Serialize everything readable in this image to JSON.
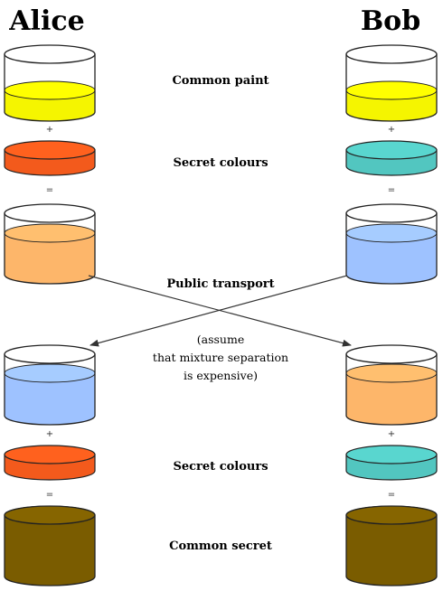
{
  "parties": {
    "left": "Alice",
    "right": "Bob"
  },
  "labels": {
    "common_paint": "Common paint",
    "secret_colours_1": "Secret colours",
    "public_transport": "Public transport",
    "secret_colours_2": "Secret colours",
    "common_secret": "Common secret"
  },
  "note": {
    "line1": "(assume",
    "line2": "that mixture separation",
    "line3": "is expensive)"
  },
  "operators": {
    "plus": "+",
    "equals": "="
  },
  "colors": {
    "common_paint": "#f5f500",
    "alice_secret": "#f35a1c",
    "bob_secret": "#52c6c0",
    "alice_mixture": "#fdb66a",
    "bob_mixture": "#9ec2ff",
    "common_secret": "#7a5c00"
  }
}
